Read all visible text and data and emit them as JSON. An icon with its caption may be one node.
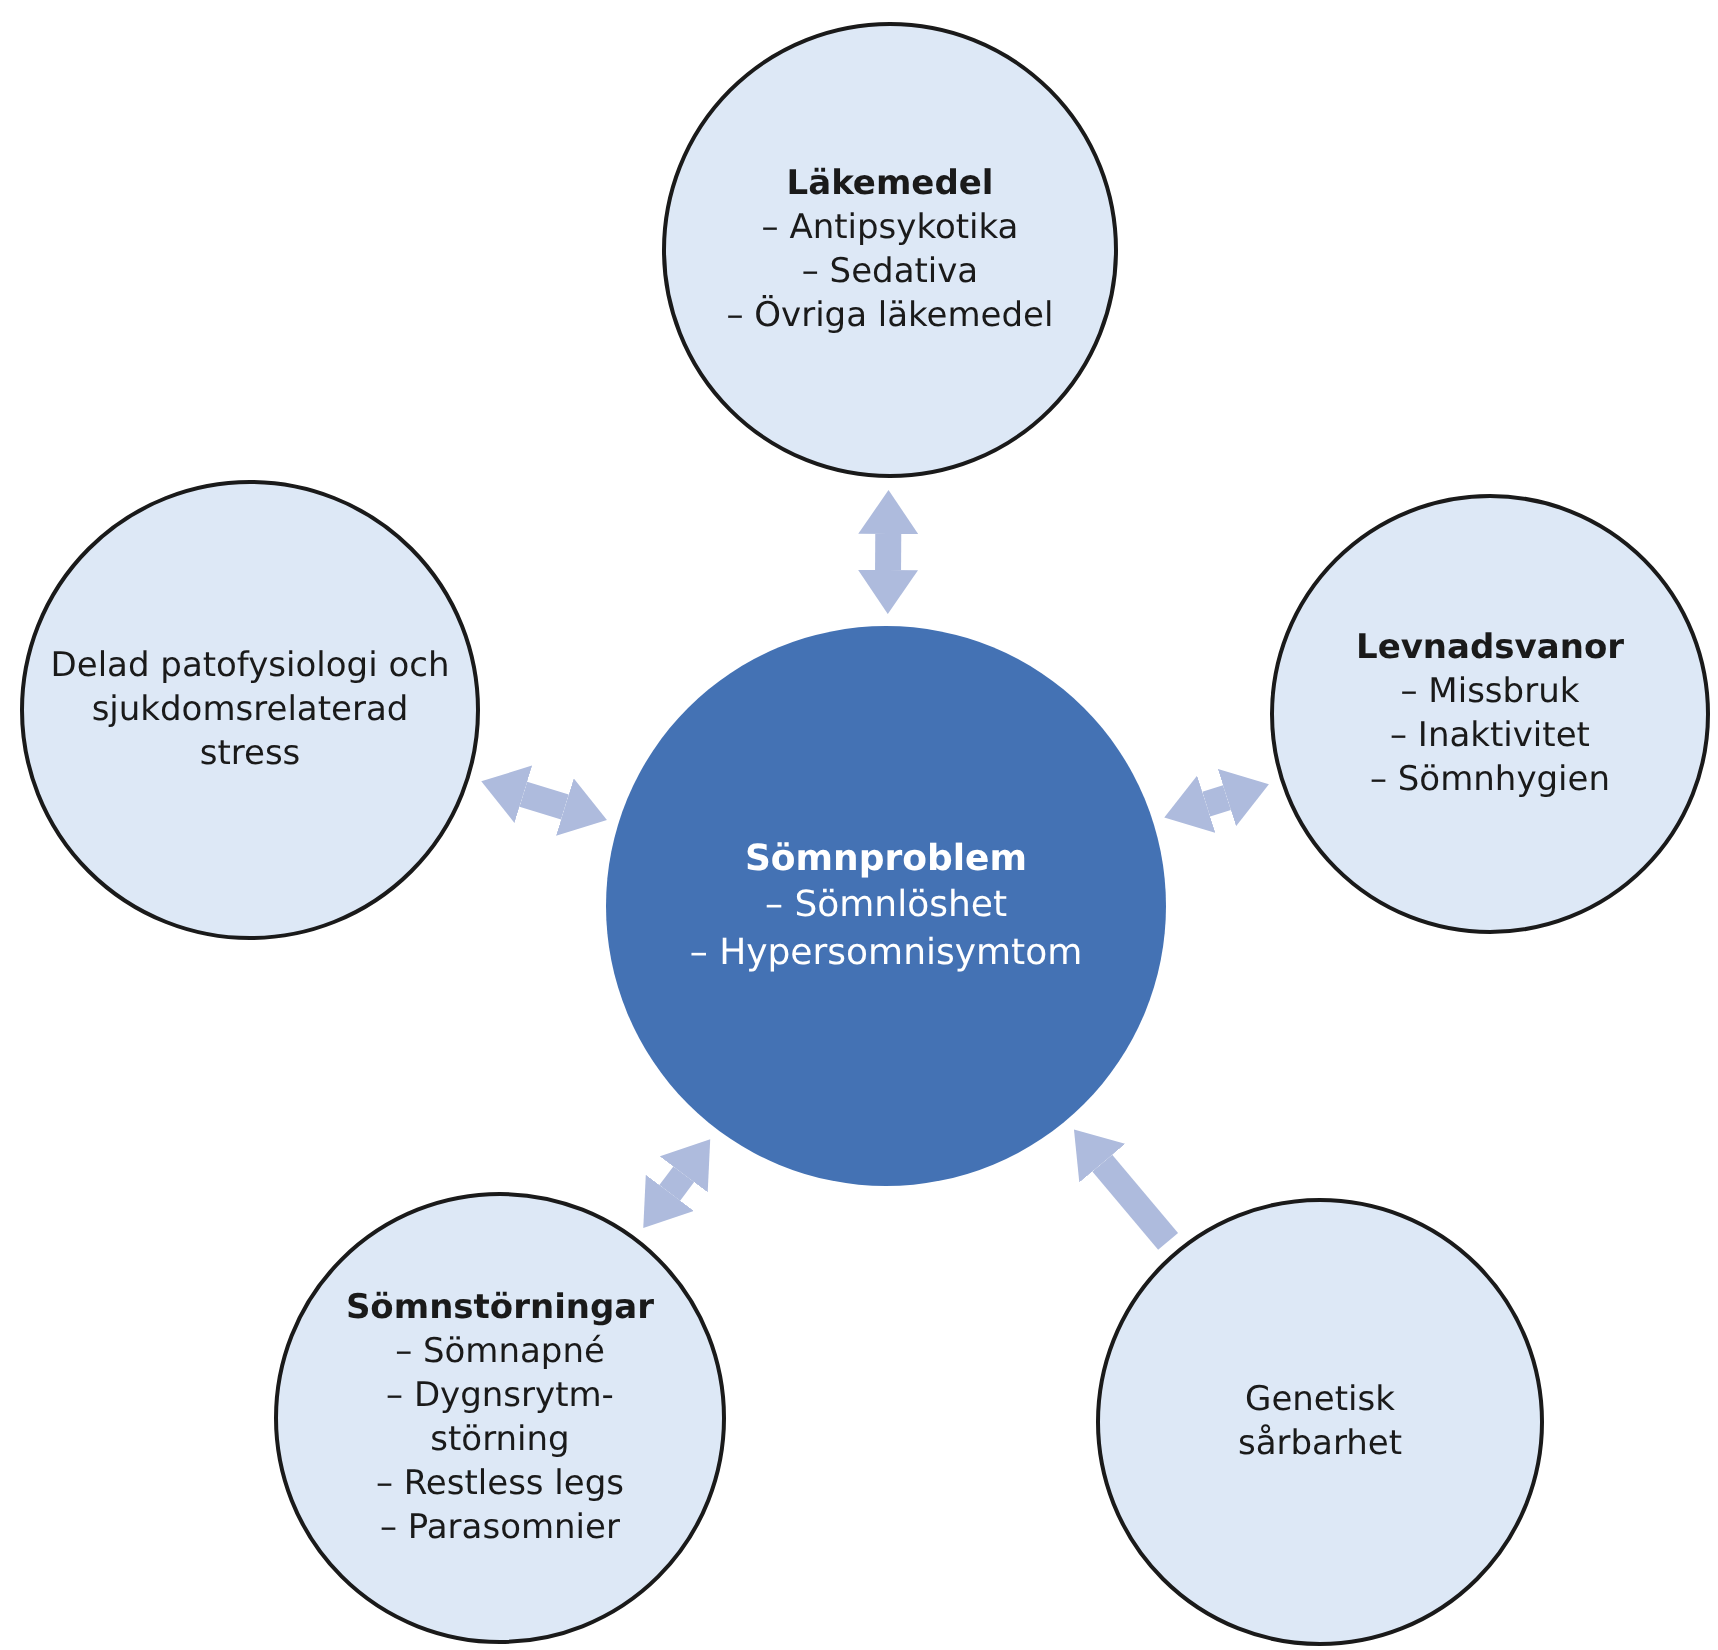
{
  "diagram": {
    "nodes": [
      {
        "text": [
          "Läkemedel",
          "– Antipsykotika",
          "– Sedativa",
          "– Övriga läkemedel"
        ]
      },
      {
        "text": [
          "Delad patofysiologi och sjukdomsrelaterad stress"
        ]
      },
      {
        "text": [
          "Levnadsvanor",
          "– Missbruk",
          "– Inaktivitet",
          "– Sömnhygien"
        ]
      },
      {
        "text": [
          "Sömnproblem",
          "– Sömnlöshet",
          "– Hypersomnisymtom"
        ]
      },
      {
        "text": [
          "Sömnstörningar",
          "– Sömnapné",
          "– Dygnsrytm-störning",
          "– Restless legs",
          "– Parasomnier"
        ]
      },
      {
        "text": [
          "Genetisk sårbarhet"
        ]
      }
    ],
    "edges": [
      {
        "from": 0,
        "to": 3,
        "arrow": "both"
      },
      {
        "from": 1,
        "to": 3,
        "arrow": "both"
      },
      {
        "from": 2,
        "to": 3,
        "arrow": "both"
      },
      {
        "from": 4,
        "to": 3,
        "arrow": "both"
      },
      {
        "from": 5,
        "to": 3,
        "arrow": "to"
      }
    ]
  }
}
